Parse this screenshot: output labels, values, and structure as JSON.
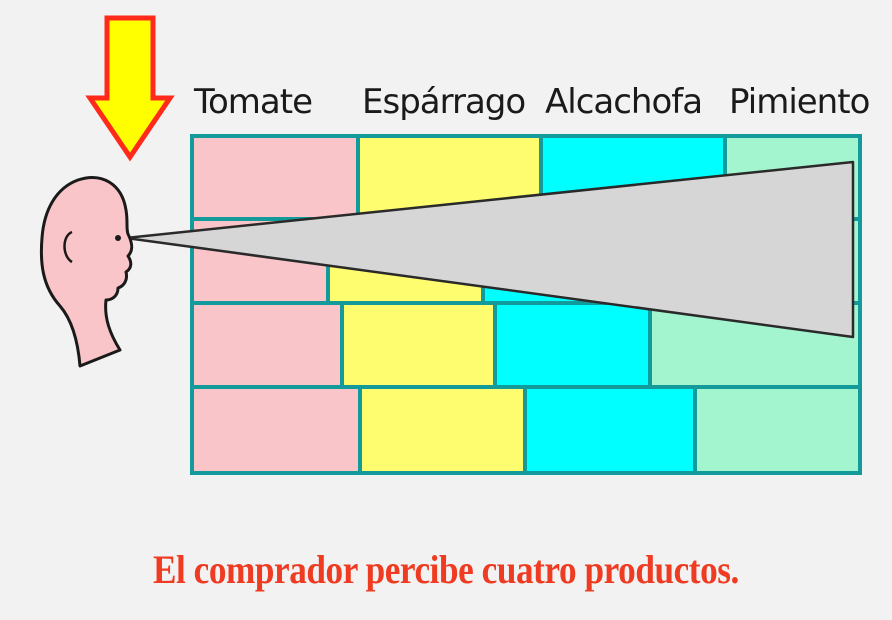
{
  "products": [
    {
      "label": "Tomate",
      "color": "#f9c5c8"
    },
    {
      "label": "Espárrago",
      "color": "#fdfd6f"
    },
    {
      "label": "Alcachofa",
      "color": "#00ffff"
    },
    {
      "label": "Pimiento",
      "color": "#a3f5cf"
    }
  ],
  "caption": "El comprador percibe cuatro productos.",
  "colors": {
    "grid_line": "#139a9a",
    "arrow_fill": "#ffff00",
    "arrow_stroke": "#ff2a1a",
    "head_fill": "#f9c5c8",
    "vision_fill": "#d6d6d6",
    "caption": "#ee3b22"
  },
  "icons": {
    "arrow": "down-arrow-icon",
    "viewer": "head-profile-icon"
  }
}
